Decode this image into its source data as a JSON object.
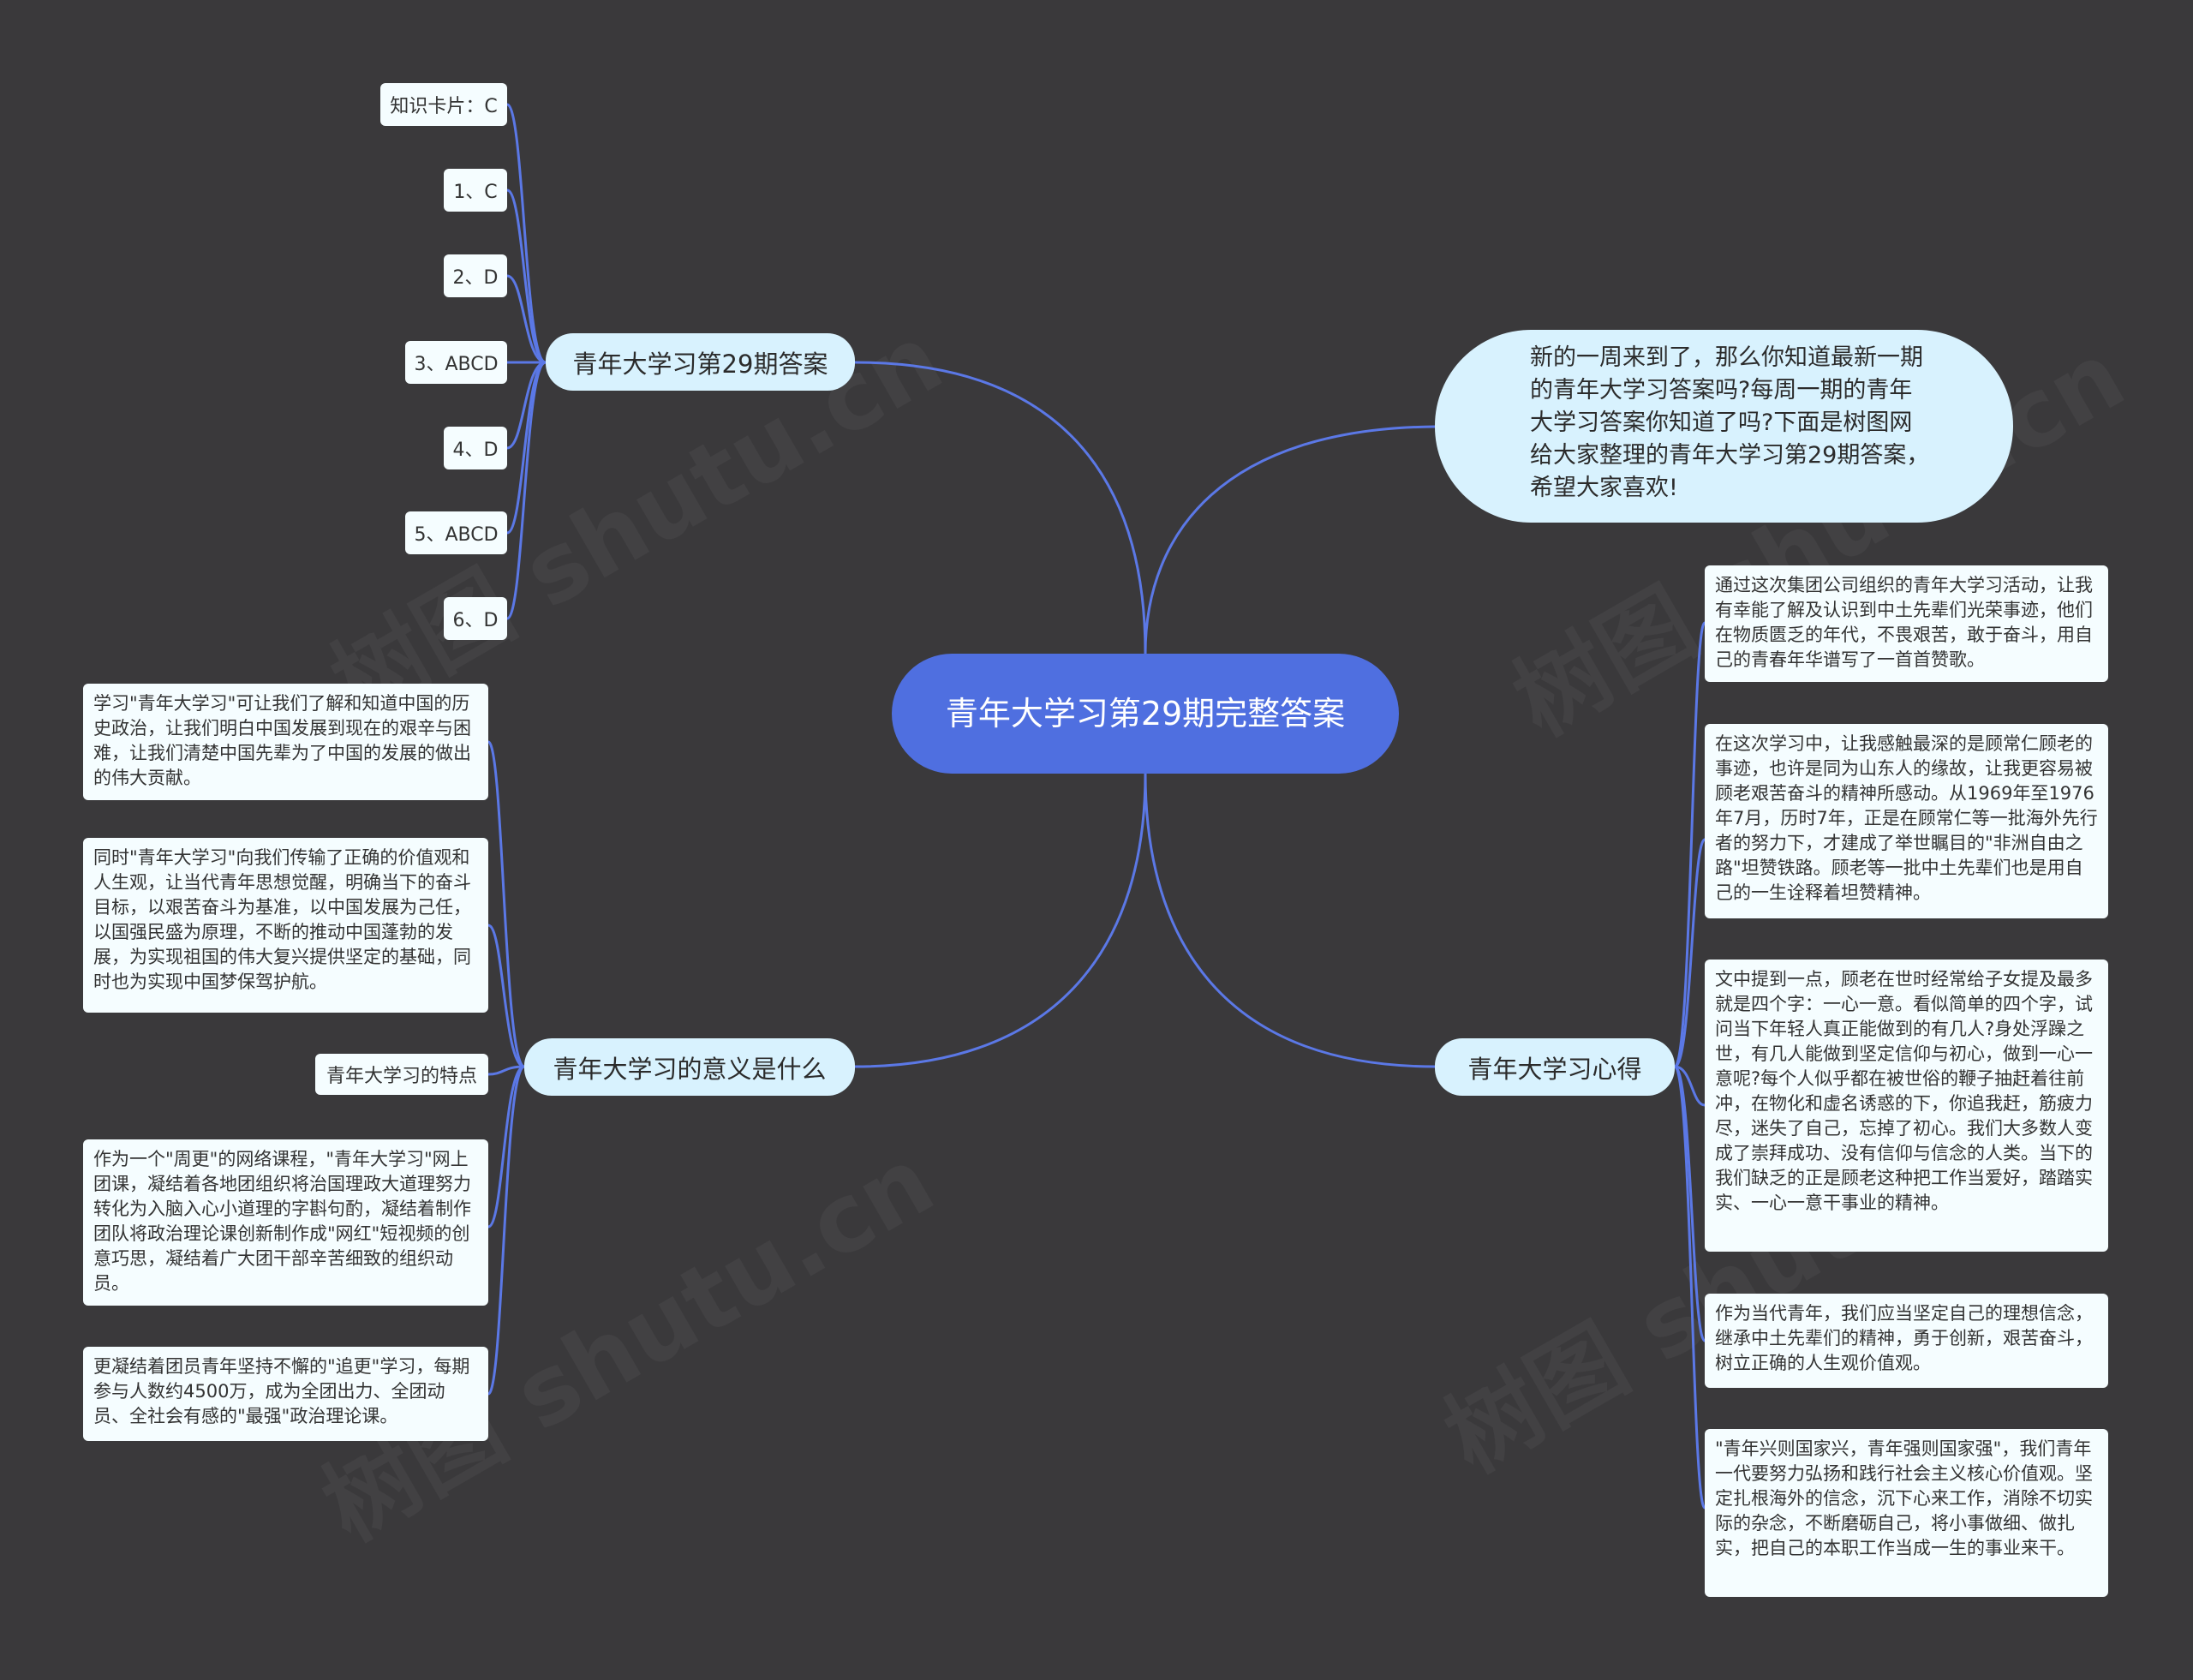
{
  "colors": {
    "background": "#3a393b",
    "root_fill": "#4f6fe0",
    "branch_fill": "#d8f2fe",
    "leaf_fill": "#f5fdff",
    "connector": "#5b78e6"
  },
  "root": {
    "label": "青年大学习第29期完整答案"
  },
  "intro": {
    "text": "新的一周来到了，那么你知道最新一期的青年大学习答案吗?每周一期的青年大学习答案你知道了吗?下面是树图网给大家整理的青年大学习第29期答案，希望大家喜欢!"
  },
  "answers": {
    "label": "青年大学习第29期答案",
    "items": [
      "知识卡片：C",
      "1、C",
      "2、D",
      "3、ABCD",
      "4、D",
      "5、ABCD",
      "6、D"
    ]
  },
  "meaning": {
    "label": "青年大学习的意义是什么",
    "items": [
      "学习\"青年大学习\"可让我们了解和知道中国的历史政治，让我们明白中国发展到现在的艰辛与困难，让我们清楚中国先辈为了中国的发展的做出的伟大贡献。",
      "同时\"青年大学习\"向我们传输了正确的价值观和人生观，让当代青年思想觉醒，明确当下的奋斗目标，以艰苦奋斗为基准，以中国发展为己任，以国强民盛为原理，不断的推动中国蓬勃的发展，为实现祖国的伟大复兴提供坚定的基础，同时也为实现中国梦保驾护航。",
      "青年大学习的特点",
      "作为一个\"周更\"的网络课程，\"青年大学习\"网上团课，凝结着各地团组织将治国理政大道理努力转化为入脑入心小道理的字斟句酌，凝结着制作团队将政治理论课创新制作成\"网红\"短视频的创意巧思，凝结着广大团干部辛苦细致的组织动员。",
      "更凝结着团员青年坚持不懈的\"追更\"学习，每期参与人数约4500万，成为全团出力、全团动员、全社会有感的\"最强\"政治理论课。"
    ]
  },
  "experience": {
    "label": "青年大学习心得",
    "items": [
      "通过这次集团公司组织的青年大学习活动，让我有幸能了解及认识到中土先辈们光荣事迹，他们在物质匮乏的年代，不畏艰苦，敢于奋斗，用自己的青春年华谱写了一首首赞歌。",
      "在这次学习中，让我感触最深的是顾常仁顾老的事迹，也许是同为山东人的缘故，让我更容易被顾老艰苦奋斗的精神所感动。从1969年至1976年7月，历时7年，正是在顾常仁等一批海外先行者的努力下，才建成了举世瞩目的\"非洲自由之路\"坦赞铁路。顾老等一批中土先辈们也是用自己的一生诠释着坦赞精神。",
      "文中提到一点，顾老在世时经常给子女提及最多就是四个字：一心一意。看似简单的四个字，试问当下年轻人真正能做到的有几人?身处浮躁之世，有几人能做到坚定信仰与初心，做到一心一意呢?每个人似乎都在被世俗的鞭子抽赶着往前冲，在物化和虚名诱惑的下，你追我赶，筋疲力尽，迷失了自己，忘掉了初心。我们大多数人变成了崇拜成功、没有信仰与信念的人类。当下的我们缺乏的正是顾老这种把工作当爱好，踏踏实实、一心一意干事业的精神。",
      "作为当代青年，我们应当坚定自己的理想信念，继承中土先辈们的精神，勇于创新，艰苦奋斗，树立正确的人生观价值观。",
      "\"青年兴则国家兴，青年强则国家强\"，我们青年一代要努力弘扬和践行社会主义核心价值观。坚定扎根海外的信念，沉下心来工作，消除不切实际的杂念，不断磨砺自己，将小事做细、做扎实，把自己的本职工作当成一生的事业来干。"
    ]
  }
}
